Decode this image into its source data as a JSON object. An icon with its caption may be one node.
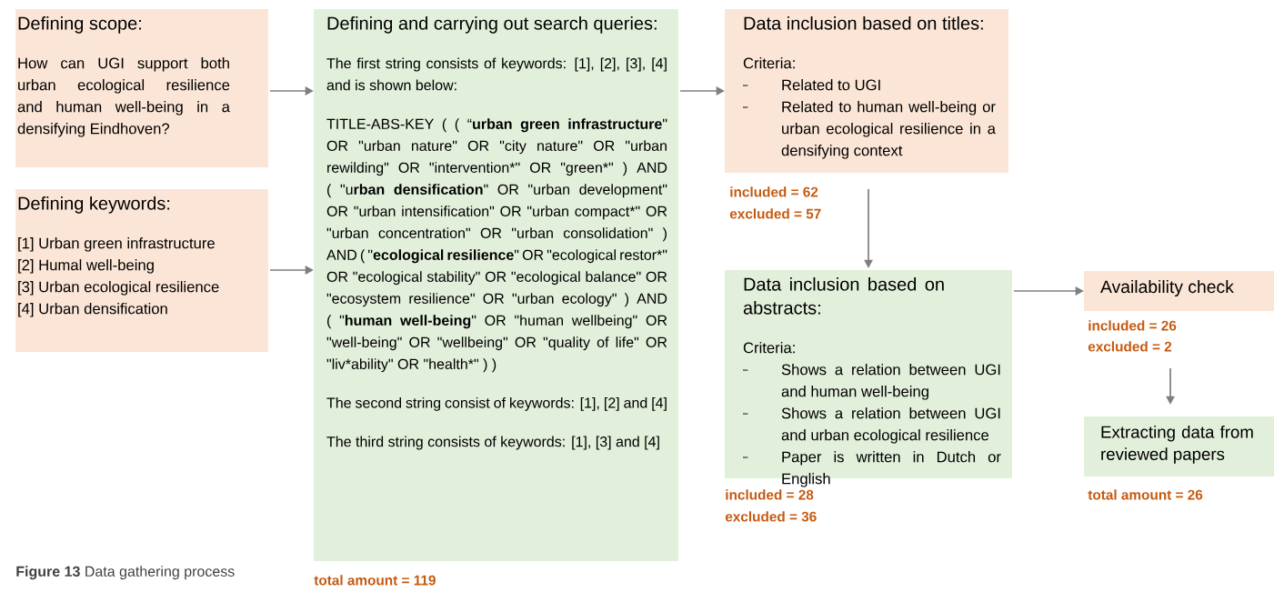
{
  "diagram": {
    "caption": "**Figure 13** Data gathering process",
    "nodes": [
      {
        "text": [
          "Defining scope:",
          "How can UGI support both urban ecological resilience and human well-being in a densifying Eindhoven?"
        ]
      },
      {
        "text": [
          "Defining keywords:",
          "[1] Urban green infrastructure",
          "[2] Humal well-being",
          "[3] Urban ecological resilience",
          "[4] Urban densification"
        ]
      },
      {
        "text": [
          "Defining and carrying out search queries:",
          "The first string consists of keywords: [1], [2], [3], [4] and is shown below:",
          "TITLE-ABS-KEY ( ( “**urban green infrastructure**\" OR \"urban nature\" OR \"city nature\" OR \"urban rewilding\" OR \"intervention*\" OR \"green*\" ) AND ( \"u**rban densification**\" OR \"urban development\" OR \"urban intensification\" OR \"urban compact*\" OR \"urban concentration\" OR \"urban consolidation\" ) AND ( \"**ecological resilience**\" OR \"ecological restor*\" OR \"ecological stability\" OR \"ecological balance\" OR \"ecosystem resilience\" OR \"urban ecology\" ) AND ( \"**human well-being**\" OR \"human wellbeing\" OR \"well-being\" OR \"wellbeing\" OR \"quality of life\" OR \"liv*ability\" OR \"health*\" ) )",
          "The second string consist of keywords: [1], [2] and [4]",
          "The third string consists of keywords: [1], [3] and [4]"
        ],
        "beside": [
          "total amount = 119"
        ]
      },
      {
        "text": [
          "Data inclusion based on titles:",
          "Criteria:",
          "Related to UGI",
          "Related to human well-being or urban ecological resilience in a densifying context"
        ],
        "beside": [
          "included = 62",
          "excluded = 57"
        ]
      },
      {
        "text": [
          "Data inclusion based on abstracts:",
          "Criteria:",
          "Shows a relation between UGI and human well-being",
          "Shows a relation between UGI and urban ecological resilience",
          "Paper is written in Dutch or English"
        ],
        "beside": [
          "included = 28",
          "excluded = 36"
        ]
      },
      {
        "text": [
          "Availability check"
        ],
        "beside": [
          "included = 26",
          "excluded = 2"
        ]
      },
      {
        "text": [
          "Extracting data from reviewed papers"
        ],
        "beside": [
          "total amount = 26"
        ]
      }
    ],
    "edges": [
      {
        "from": 0,
        "to": 2,
        "arrow": "to"
      },
      {
        "from": 1,
        "to": 2,
        "arrow": "to"
      },
      {
        "from": 2,
        "to": 3,
        "arrow": "to"
      },
      {
        "from": 3,
        "to": 4,
        "arrow": "to"
      },
      {
        "from": 4,
        "to": 5,
        "arrow": "to"
      },
      {
        "from": 5,
        "to": 6,
        "arrow": "to"
      }
    ]
  }
}
